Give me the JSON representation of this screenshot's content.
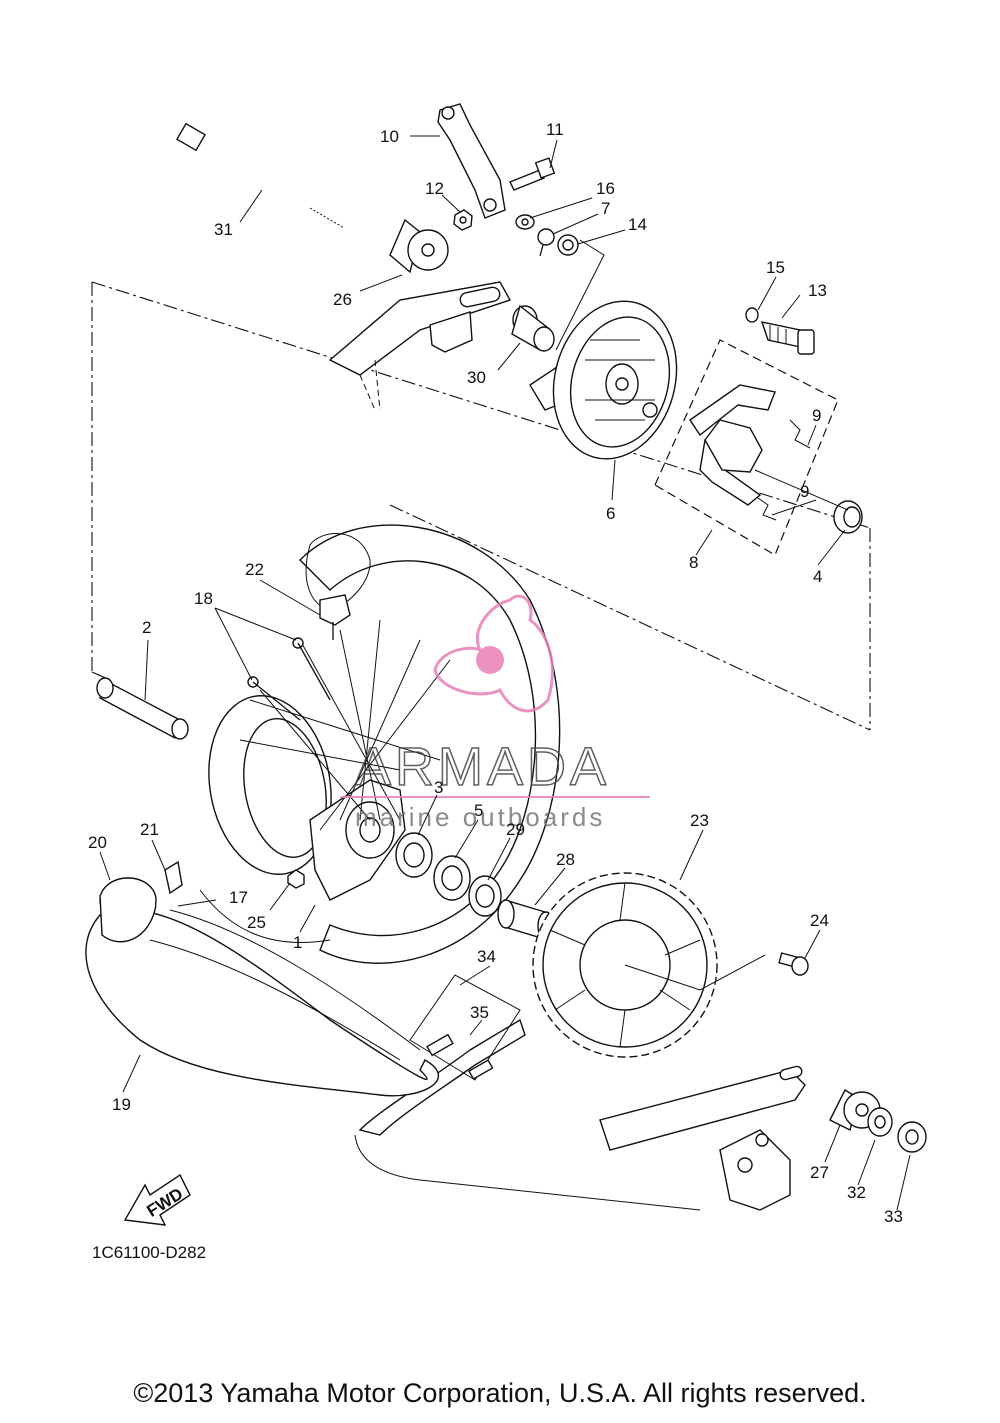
{
  "labels": {
    "p1": "1",
    "p2": "2",
    "p3": "3",
    "p4": "4",
    "p5": "5",
    "p6": "6",
    "p7": "7",
    "p8": "8",
    "p9a": "9",
    "p9b": "9",
    "p10": "10",
    "p11": "11",
    "p12": "12",
    "p13": "13",
    "p14": "14",
    "p15": "15",
    "p16": "16",
    "p17": "17",
    "p18": "18",
    "p19": "19",
    "p20": "20",
    "p21": "21",
    "p22": "22",
    "p23": "23",
    "p24": "24",
    "p25": "25",
    "p26": "26",
    "p27": "27",
    "p28": "28",
    "p29": "29",
    "p30": "30",
    "p31": "31",
    "p32": "32",
    "p33": "33",
    "p34": "34",
    "p35": "35"
  },
  "fwd_label": "FWD",
  "drawing_code": "1C61100-D282",
  "watermark": {
    "brand": "ARMADA",
    "tagline": "marine outboards",
    "color": "#e87fb8"
  },
  "copyright": "©2013 Yamaha Motor Corporation, U.S.A. All rights reserved."
}
